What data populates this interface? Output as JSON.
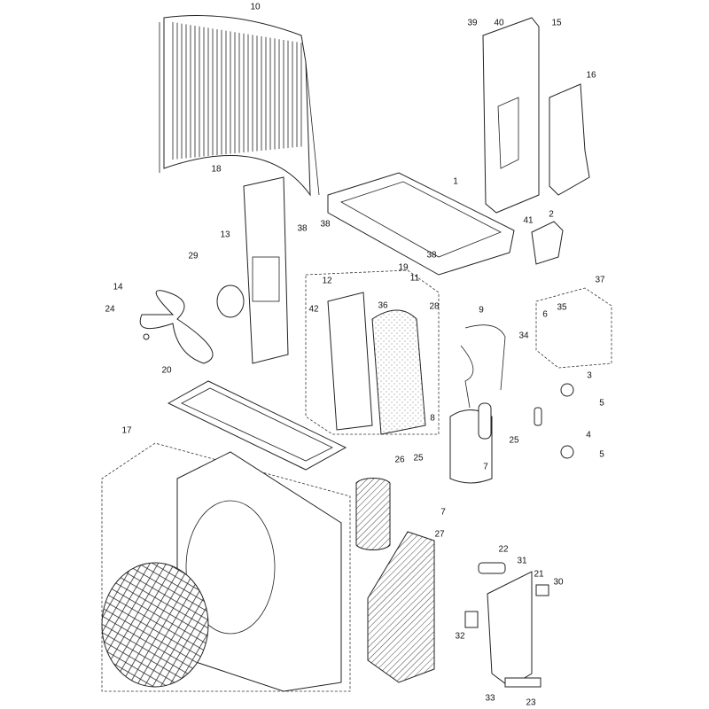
{
  "title": "Outdoor unit exploded parts diagram",
  "part_labels": [
    "10",
    "39",
    "40",
    "15",
    "16",
    "1",
    "18",
    "38",
    "38",
    "38",
    "41",
    "2",
    "13",
    "29",
    "19",
    "11",
    "12",
    "37",
    "14",
    "24",
    "42",
    "36",
    "28",
    "9",
    "6",
    "35",
    "34",
    "20",
    "3",
    "5",
    "8",
    "17",
    "25",
    "4",
    "5",
    "25",
    "26",
    "7",
    "7",
    "27",
    "22",
    "31",
    "21",
    "30",
    "32",
    "33",
    "23"
  ]
}
